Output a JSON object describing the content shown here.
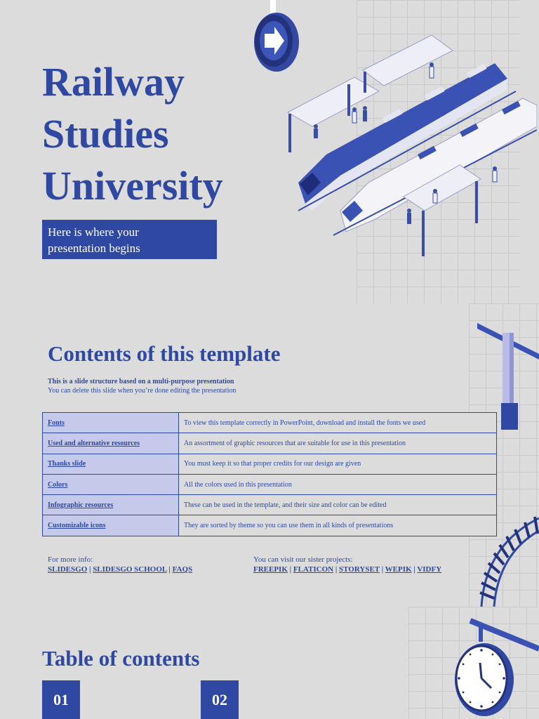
{
  "slide1": {
    "title_lines": [
      "Railway",
      "Studies",
      "University"
    ],
    "subtitle_lines": [
      "Here is where your",
      "presentation begins"
    ]
  },
  "slide2": {
    "title": "Contents of this template",
    "desc1": "This is a slide structure based on a multi-purpose presentation",
    "desc2": "You can delete this slide when you’re done editing the presentation",
    "rows": [
      {
        "label": "Fonts",
        "text": "To view this template correctly in PowerPoint, download and install the fonts we used"
      },
      {
        "label": "Used and alternative resources",
        "text": "An assortment of graphic resources that are suitable for use in this presentation"
      },
      {
        "label": "Thanks slide",
        "text": "You must keep it so that proper credits for our design are given"
      },
      {
        "label": "Colors",
        "text": "All the colors used in this presentation"
      },
      {
        "label": "Infographic resources",
        "text": "These can be used in the template, and their size and color can be edited"
      },
      {
        "label": "Customizable icons",
        "text": "They are sorted by theme so you can use them in all kinds of presentations"
      }
    ],
    "info_left_label": "For more info:",
    "info_left_links": [
      "SLIDESGO",
      "SLIDESGO SCHOOL",
      "FAQS"
    ],
    "info_right_label": "You can visit our sister projects:",
    "info_right_links": [
      "FREEPIK",
      "FLATICON",
      "STORYSET",
      "WEPIK",
      "VIDFY"
    ]
  },
  "slide3": {
    "title": "Table of contents",
    "numbers": [
      "01",
      "02"
    ]
  },
  "colors": {
    "primary": "#2f48a2",
    "light": "#c5c9ea",
    "background": "#dcdcdc"
  }
}
